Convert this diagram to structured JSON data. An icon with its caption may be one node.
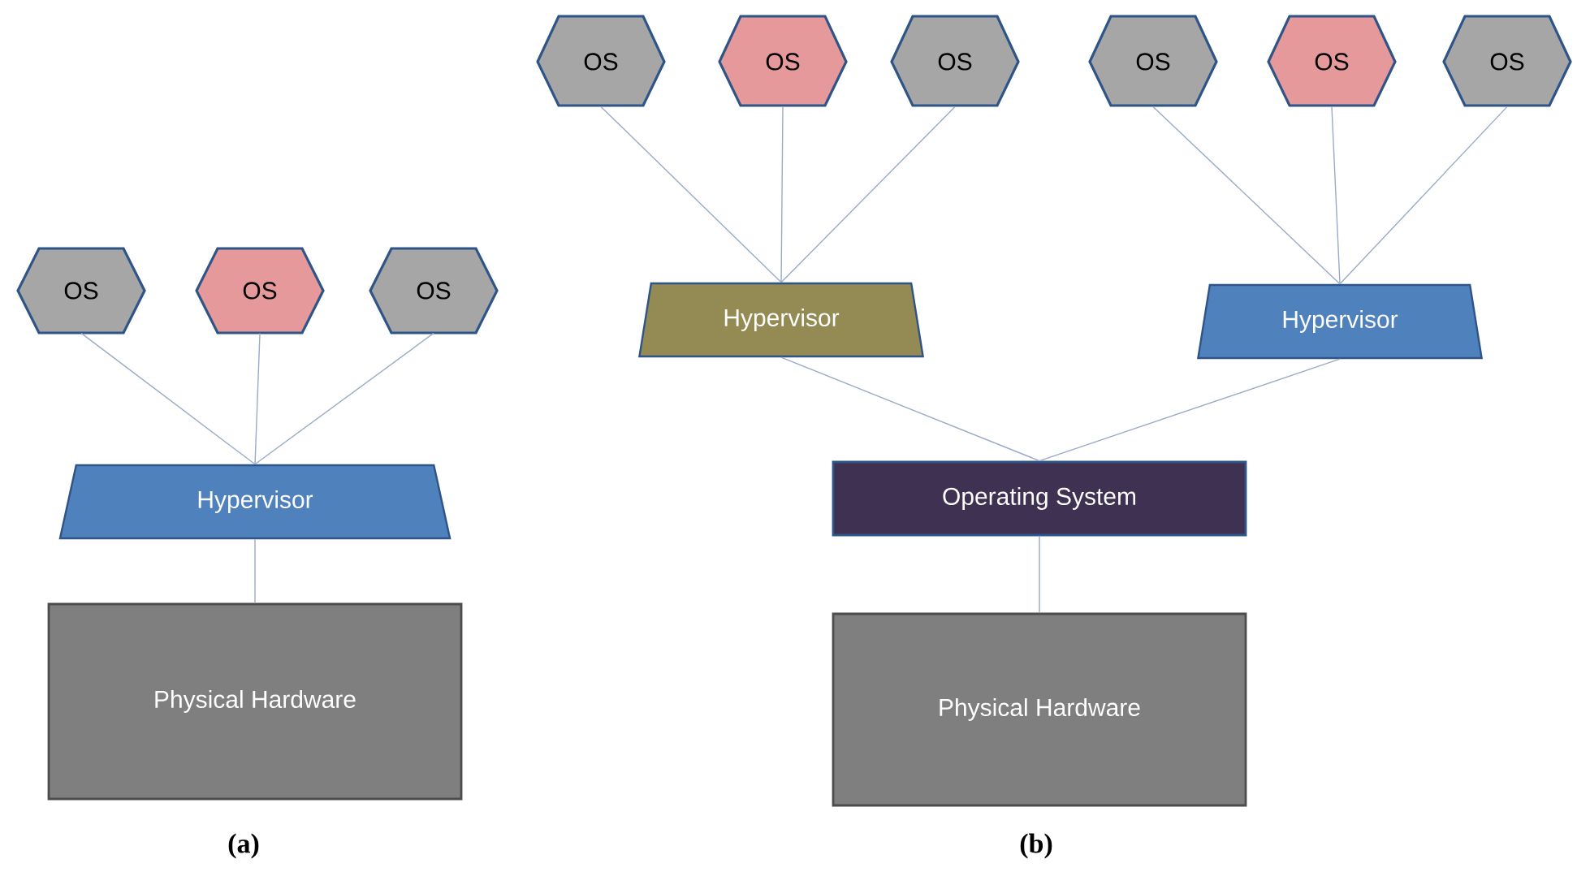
{
  "diagram": {
    "nodes": [
      {
        "text": [
          "OS"
        ]
      },
      {
        "text": [
          "OS"
        ]
      },
      {
        "text": [
          "OS"
        ]
      },
      {
        "text": [
          "Hypervisor"
        ]
      },
      {
        "text": [
          "Physical Hardware"
        ]
      },
      {
        "text": [
          "OS"
        ]
      },
      {
        "text": [
          "OS"
        ]
      },
      {
        "text": [
          "OS"
        ]
      },
      {
        "text": [
          "OS"
        ]
      },
      {
        "text": [
          "OS"
        ]
      },
      {
        "text": [
          "OS"
        ]
      },
      {
        "text": [
          "Hypervisor"
        ]
      },
      {
        "text": [
          "Hypervisor"
        ]
      },
      {
        "text": [
          "Operating System"
        ]
      },
      {
        "text": [
          "Physical Hardware"
        ]
      }
    ],
    "edges": [
      {
        "from": 0,
        "to": 3,
        "arrow": "none"
      },
      {
        "from": 1,
        "to": 3,
        "arrow": "none"
      },
      {
        "from": 2,
        "to": 3,
        "arrow": "none"
      },
      {
        "from": 3,
        "to": 4,
        "arrow": "none"
      },
      {
        "from": 5,
        "to": 11,
        "arrow": "none"
      },
      {
        "from": 6,
        "to": 11,
        "arrow": "none"
      },
      {
        "from": 7,
        "to": 11,
        "arrow": "none"
      },
      {
        "from": 8,
        "to": 12,
        "arrow": "none"
      },
      {
        "from": 9,
        "to": 12,
        "arrow": "none"
      },
      {
        "from": 10,
        "to": 12,
        "arrow": "none"
      },
      {
        "from": 11,
        "to": 13,
        "arrow": "none"
      },
      {
        "from": 12,
        "to": 13,
        "arrow": "none"
      },
      {
        "from": 13,
        "to": 14,
        "arrow": "none"
      }
    ],
    "labels": [
      "(a)",
      "(b)"
    ]
  }
}
